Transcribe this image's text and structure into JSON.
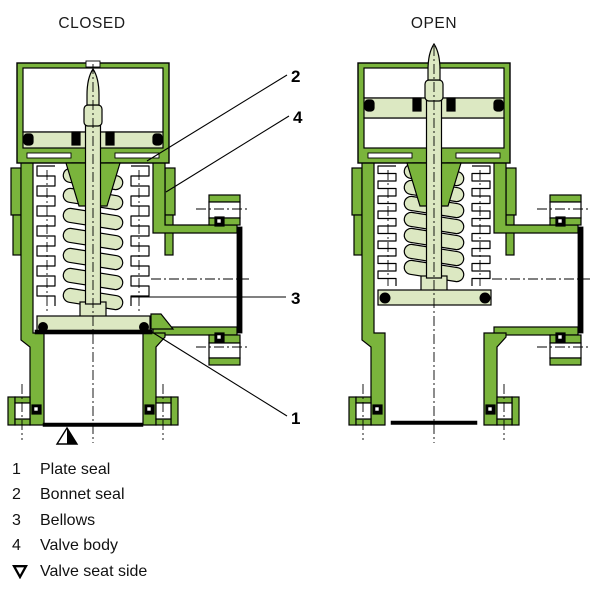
{
  "diagram": {
    "titles": {
      "closed": "CLOSED",
      "open": "OPEN"
    },
    "callouts": [
      {
        "label": "2",
        "points_to": "Bonnet seal"
      },
      {
        "label": "4",
        "points_to": "Valve body"
      },
      {
        "label": "3",
        "points_to": "Bellows"
      },
      {
        "label": "1",
        "points_to": "Plate seal"
      }
    ],
    "colors": {
      "body_green": "#7ab43c",
      "light_green": "#dce8c2",
      "outline": "#000000",
      "background": "#ffffff"
    }
  },
  "legend": {
    "items": [
      {
        "key": "1",
        "label": "Plate seal"
      },
      {
        "key": "2",
        "label": "Bonnet seal"
      },
      {
        "key": "3",
        "label": "Bellows"
      },
      {
        "key": "4",
        "label": "Valve body"
      },
      {
        "key": "▽",
        "label": "Valve seat side",
        "marker": "valve-seat-side-triangle"
      }
    ]
  }
}
